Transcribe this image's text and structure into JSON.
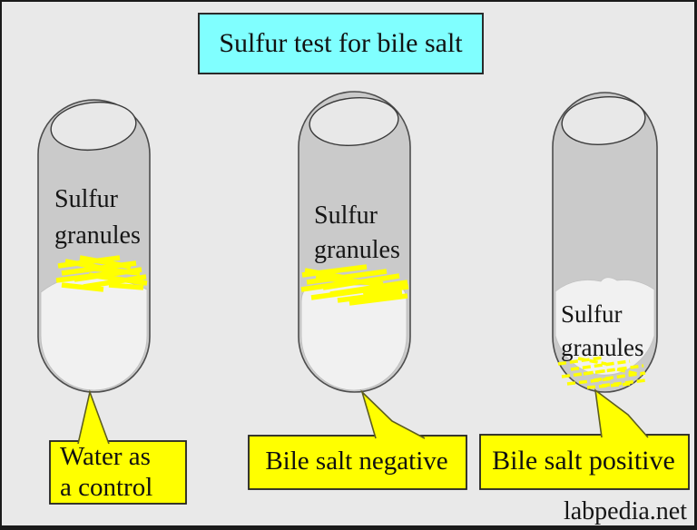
{
  "title": "Sulfur test for bile salt",
  "watermark": "labpedia.net",
  "tubes": [
    {
      "name": "water-control-tube",
      "granules_label": "Sulfur\ngranules",
      "caption": "Water as\na control",
      "granule_position": "floating on surface"
    },
    {
      "name": "bile-salt-negative-tube",
      "granules_label": "Sulfur\ngranules",
      "caption": "Bile salt negative",
      "granule_position": "floating on surface"
    },
    {
      "name": "bile-salt-positive-tube",
      "granules_label": "Sulfur\ngranules",
      "caption": "Bile salt positive",
      "granule_position": "settled at bottom"
    }
  ],
  "colors": {
    "background": "#e9e9e9",
    "tube_gray": "#cacaca",
    "mouth_gray": "#e8e8e8",
    "water_white": "#f1f1f1",
    "title_bg": "#80ffff",
    "callout_yellow": "#ffff00",
    "granule_yellow": "#ffff00",
    "outline": "#4d4d4d"
  }
}
